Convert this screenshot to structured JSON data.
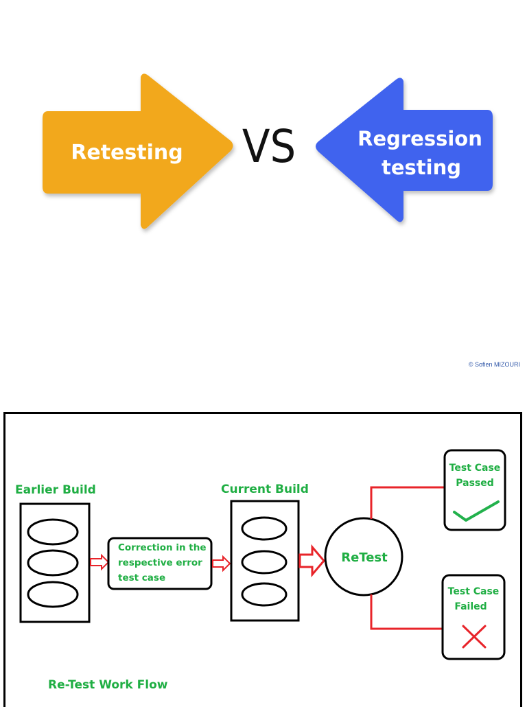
{
  "banner": {
    "left_arrow_label": "Retesting",
    "vs_label": "VS",
    "right_arrow_label_line1": "Regression",
    "right_arrow_label_line2": "testing",
    "copyright": "© Sofien MIZOURI",
    "colors": {
      "left_arrow": "#f2a81c",
      "right_arrow": "#3f63ee",
      "label": "#ffffff",
      "vs": "#111111"
    }
  },
  "workflow": {
    "earlier_build_label": "Earlier Build",
    "correction_label_line1": "Correction in  the",
    "correction_label_line2": "respective error",
    "correction_label_line3": "test case",
    "current_build_label": "Current Build",
    "retest_label": "ReTest",
    "passed_label_line1": "Test Case",
    "passed_label_line2": "Passed",
    "failed_label_line1": "Test Case",
    "failed_label_line2": "Failed",
    "caption": "Re-Test Work Flow",
    "colors": {
      "text": "#1fae43",
      "connector": "#e8242a",
      "check": "#22b14c",
      "cross": "#e8242a",
      "outline": "#000000"
    }
  }
}
